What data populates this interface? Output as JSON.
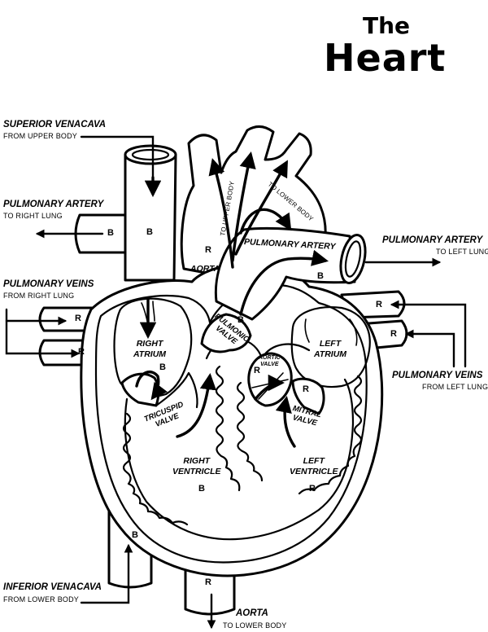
{
  "title": {
    "line1": "The",
    "line2": "Heart"
  },
  "callouts": {
    "superior_venacava": {
      "label": "SUPERIOR VENACAVA",
      "sub": "FROM UPPER BODY"
    },
    "pulmonary_artery_right": {
      "label": "PULMONARY ARTERY",
      "sub": "TO RIGHT LUNG"
    },
    "pulmonary_veins_right": {
      "label": "PULMONARY VEINS",
      "sub": "FROM RIGHT LUNG"
    },
    "inferior_venacava": {
      "label": "INFERIOR VENACAVA",
      "sub": "FROM LOWER BODY"
    },
    "pulmonary_artery_left": {
      "label": "PULMONARY ARTERY",
      "sub": "TO LEFT LUNG"
    },
    "pulmonary_veins_left": {
      "label": "PULMONARY VEINS",
      "sub": "FROM LEFT LUNG"
    },
    "aorta_bottom": {
      "label": "AORTA",
      "sub": "TO LOWER BODY"
    }
  },
  "inner_labels": {
    "aorta": "AORTA",
    "pulmonary_artery": "PULMONARY ARTERY",
    "to_upper_body": "TO UPPER BODY",
    "to_lower_body": "TO LOWER BODY",
    "right_atrium": [
      "RIGHT",
      "ATRIUM"
    ],
    "left_atrium": [
      "LEFT",
      "ATRIUM"
    ],
    "right_ventricle": [
      "RIGHT",
      "VENTRICLE"
    ],
    "left_ventricle": [
      "LEFT",
      "VENTRICLE"
    ],
    "pulmonic_valve": [
      "PULMONIC",
      "VALVE"
    ],
    "aortic_valve": [
      "AORTIC",
      "VALVE"
    ],
    "tricuspid_valve": [
      "TRICUSPID",
      "VALVE"
    ],
    "mitral_valve": [
      "MITRAL",
      "VALVE"
    ]
  },
  "blood_markers": {
    "blue": "B",
    "red": "R"
  }
}
